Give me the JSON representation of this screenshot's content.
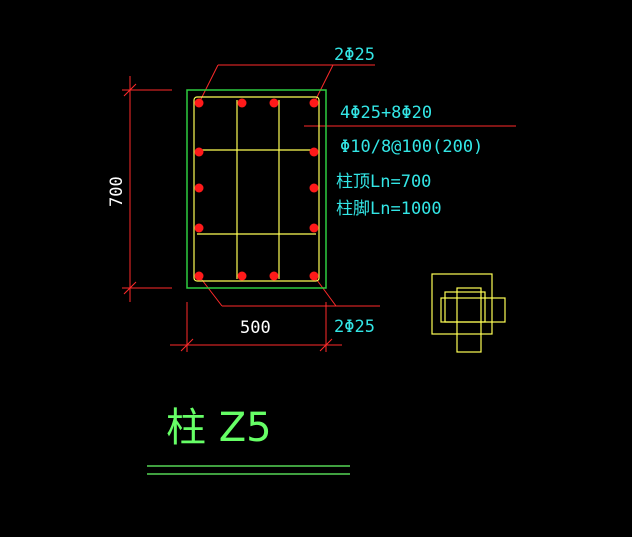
{
  "colors": {
    "background": "#000000",
    "red": "#ff2a2a",
    "rebar_dot": "#ff1a1a",
    "green": "#2ecc40",
    "yellow": "#ffff55",
    "cyan": "#33e6e6",
    "white": "#ffffff",
    "title_green": "#66ff66"
  },
  "drawing": {
    "corner_bars_top": "2Φ25",
    "corner_bars_bottom": "2Φ25",
    "longitudinal": "4Φ25+8Φ20",
    "stirrups": "Φ10/8@100(200)",
    "column_top": "柱顶Ln=700",
    "column_bottom": "柱脚Ln=1000",
    "dim_height": "700",
    "dim_width": "500",
    "title": "柱 Z5"
  }
}
